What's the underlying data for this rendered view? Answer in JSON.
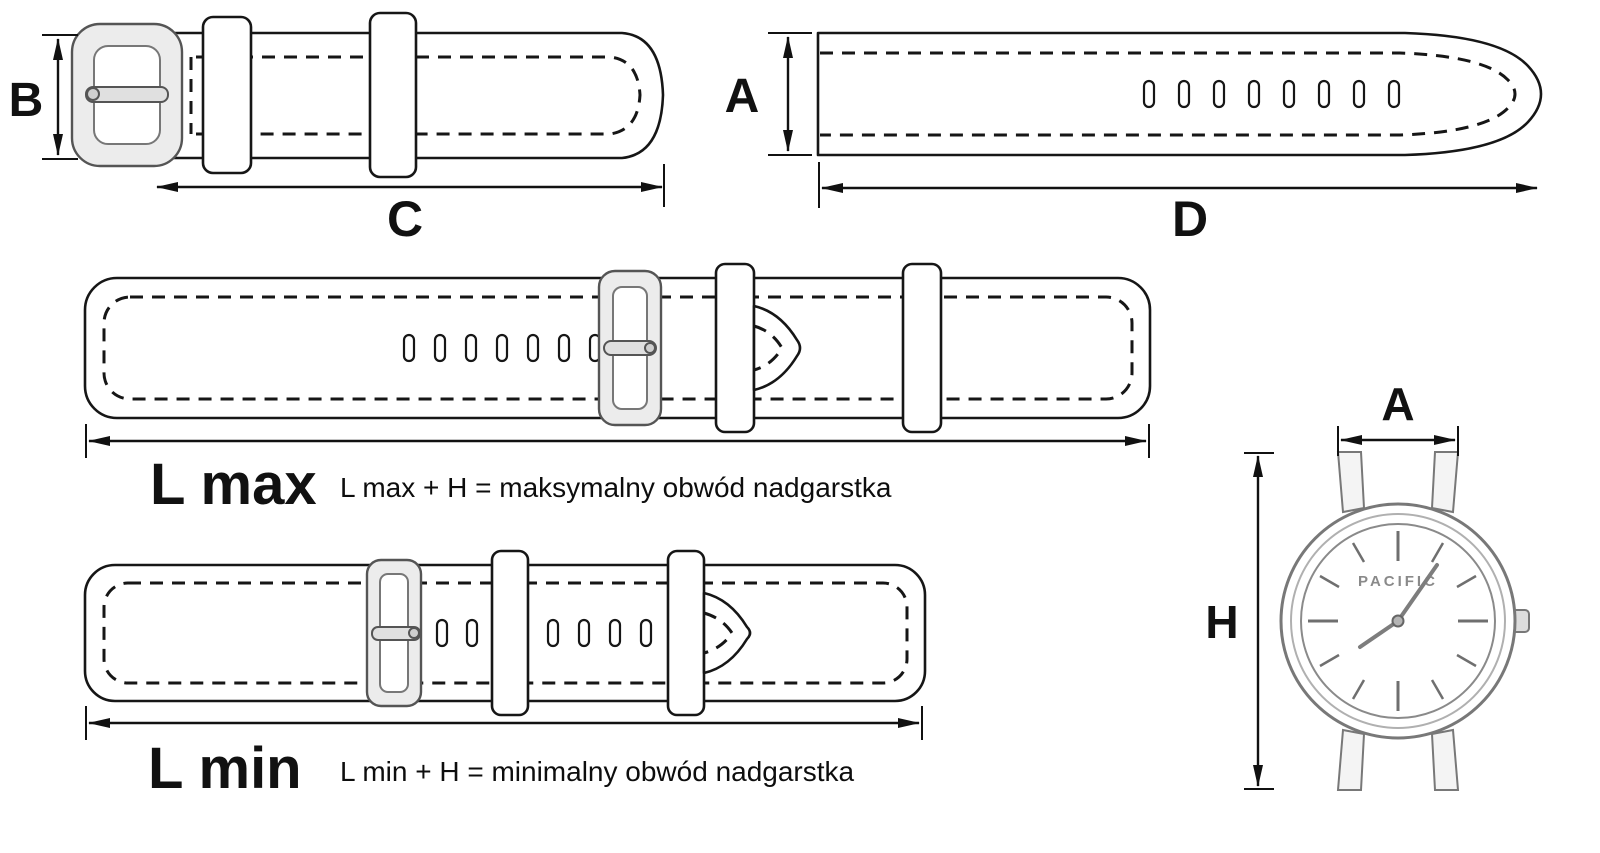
{
  "labels": {
    "dim_b": "B",
    "dim_c": "C",
    "dim_a_strap": "A",
    "dim_d": "D",
    "l_max": "L max",
    "l_max_formula": "L max + H = maksymalny obwód nadgarstka",
    "l_min": "L min",
    "l_min_formula": "L min + H = minimalny obwód nadgarstka",
    "dim_a_watch": "A",
    "dim_h": "H",
    "watch_brand": "PACIFIC"
  },
  "strap_details": {
    "hole_piece_visible_holes": 8,
    "lmax_visible_holes": 7,
    "lmin_visible_holes": 6,
    "keepers_per_strap": 2
  },
  "colors": {
    "outline": "#161616",
    "metal": "#ececec",
    "watch_gray": "#7d7d7d",
    "background": "#ffffff"
  }
}
